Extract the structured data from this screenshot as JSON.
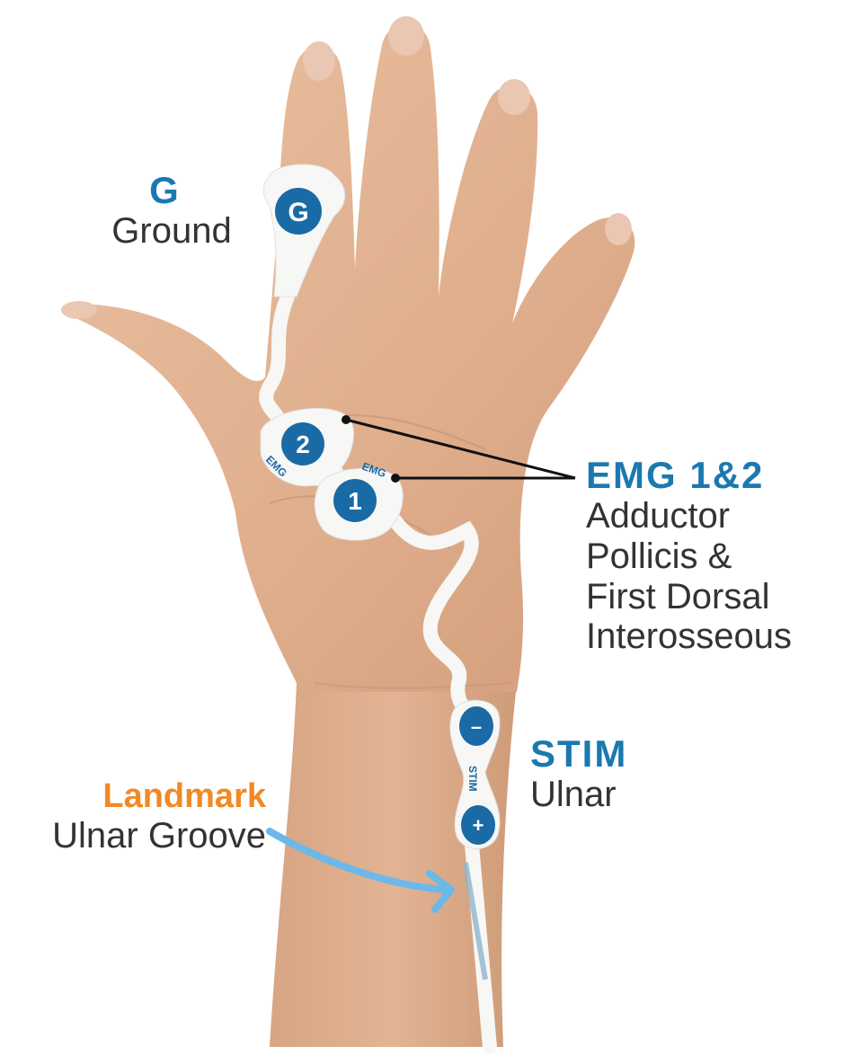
{
  "colors": {
    "accent_blue": "#1b79b0",
    "landmark_orange": "#f08a24",
    "body_text": "#333333",
    "arrow_blue": "#6cb8e8",
    "skin": "#e3b595",
    "electrode_white": "#f7f7f5"
  },
  "labels": {
    "ground": {
      "code": "G",
      "name": "Ground"
    },
    "emg": {
      "code": "EMG 1&2",
      "lines": [
        "Adductor",
        "Pollicis &",
        "First Dorsal",
        "Interosseous"
      ]
    },
    "stim": {
      "code": "STIM",
      "name": "Ulnar"
    },
    "landmark": {
      "title": "Landmark",
      "name": "Ulnar Groove"
    }
  },
  "electrodes": {
    "ground": "G",
    "emg2": "2",
    "emg1": "1",
    "emg_tag": "EMG",
    "stim_minus": "–",
    "stim_plus": "+",
    "stim_tag": "STIM"
  },
  "icons": [
    "hand-photo",
    "electrode-strip",
    "leader-line",
    "curved-arrow-icon"
  ]
}
